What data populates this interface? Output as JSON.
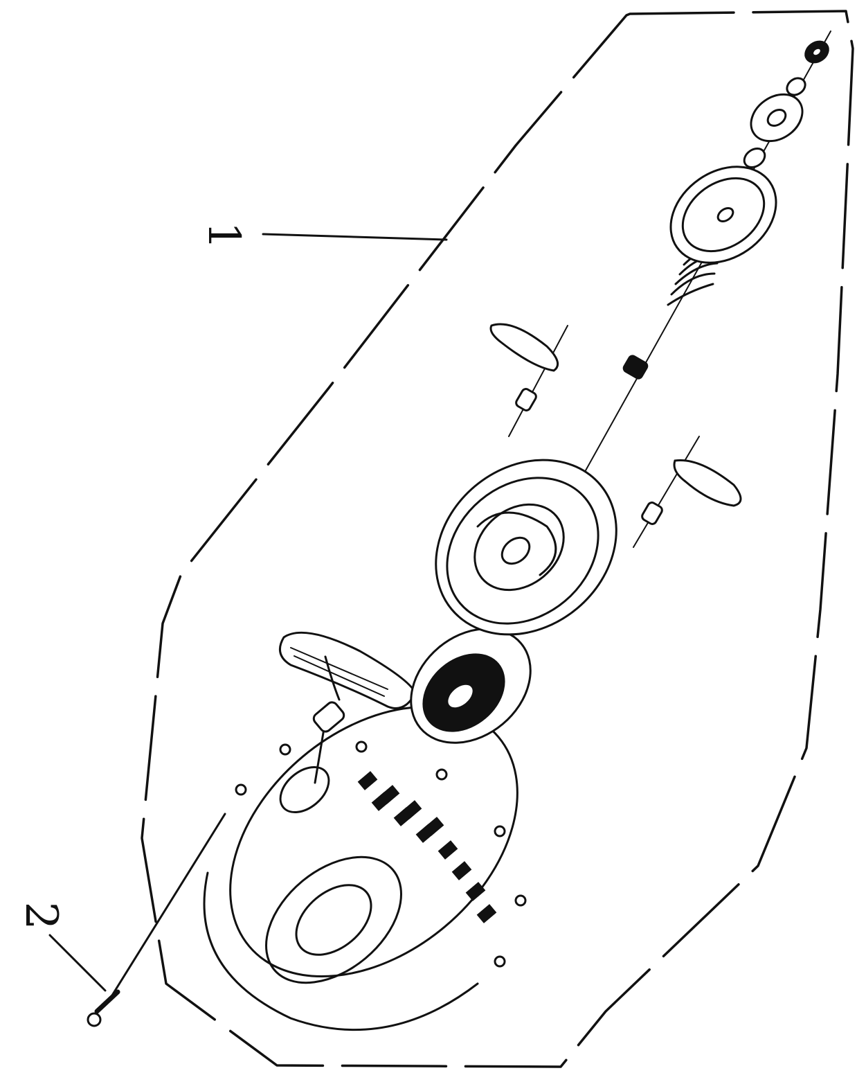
{
  "callouts": [
    {
      "id": "1",
      "label": "1",
      "target": "assembly-boundary"
    },
    {
      "id": "2",
      "label": "2",
      "target": "mounting-screw"
    }
  ],
  "colors": {
    "line": "#111111",
    "background": "#ffffff"
  }
}
